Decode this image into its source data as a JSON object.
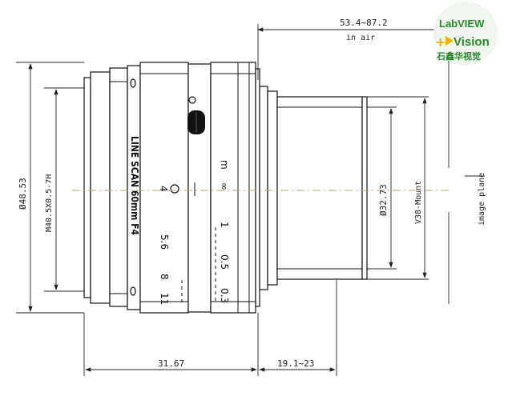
{
  "dimensions": {
    "flange_focal": "53.4~87.2",
    "flange_focal_note": "in air",
    "outer_diameter": "Ø48.53",
    "filter_thread": "M40.5X0.5-7H",
    "mount_diameter": "Ø32.73",
    "mount_type": "V38-Mount",
    "image_plane": "image plane",
    "body_length": "31.67",
    "rear_length": "19.1~23"
  },
  "lens_marking": "LINE SCAN 60mm F4",
  "focus_scale": [
    "m",
    "∞",
    "1",
    "0.5",
    "0.3"
  ],
  "aperture_scale": [
    "4",
    "5.6",
    "8",
    "11"
  ],
  "logo": {
    "line1": "LabVIEW",
    "line2": "Vision",
    "line3": "石鑫华视觉",
    "color": "#2a8a2a"
  }
}
